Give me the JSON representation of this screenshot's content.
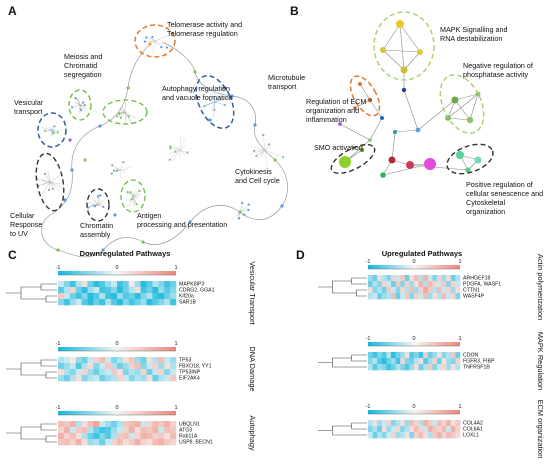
{
  "panels": {
    "a": {
      "letter": "A"
    },
    "b": {
      "letter": "B"
    },
    "c": {
      "letter": "C"
    },
    "d": {
      "letter": "D"
    }
  },
  "panel_a": {
    "labels": {
      "telomerase_1": "Telomerase activity and",
      "telomerase_2": "Telomerase regulation",
      "meiosis_1": "Meiosis and",
      "meiosis_2": "Chromatid",
      "meiosis_3": "segregation",
      "autophagy_1": "Autophagy regulation",
      "autophagy_2": "and vacuole formation",
      "microtubule_1": "Microtubule",
      "microtubule_2": "transport",
      "vesicular_1": "Vesicular",
      "vesicular_2": "transport",
      "cytokinesis_1": "Cytokinesis",
      "cytokinesis_2": "and Cell cycle",
      "uv_1": "Cellular",
      "uv_2": "Response",
      "uv_3": "to UV",
      "chromatin_1": "Chromatin",
      "chromatin_2": "assembly",
      "antigen_1": "Antigen",
      "antigen_2": "processing and presentation"
    }
  },
  "panel_b": {
    "labels": {
      "mapk_1": "MAPK Signalling and",
      "mapk_2": "RNA destabilization",
      "phosphatase_1": "Negative regulation of",
      "phosphatase_2": "phosphatase activity",
      "ecm_1": "Regulation of ECM",
      "ecm_2": "organization and",
      "ecm_3": "inflammation",
      "smo": "SMO activation",
      "senescence_1": "Positive regulation of",
      "senescence_2": "cellular senescence and",
      "senescence_3": "Cytoskeletal",
      "senescence_4": "organization"
    }
  },
  "panel_c": {
    "title": "Downregulated Pathways",
    "colors": {
      "low": "#12b8de",
      "mid": "#f4f4f4",
      "high": "#ef8576"
    },
    "heatmaps": [
      {
        "side_label": "Vesicular Transport",
        "scale": {
          "min": "-1",
          "mid": "0",
          "max": "1"
        },
        "genes": [
          "MAPK8IP3",
          "CDRG2, GGA1",
          "Kif20a",
          "SAR1B"
        ],
        "values": [
          [
            -0.2,
            -0.5,
            -0.8,
            -0.3,
            0.2,
            -0.6,
            -0.9,
            -0.7,
            -0.4,
            -0.2,
            -0.8,
            -0.6,
            0.1,
            -0.4,
            -0.9,
            -0.7,
            -0.3,
            -0.5,
            -0.8,
            -0.6
          ],
          [
            -0.7,
            -0.3,
            0.3,
            -0.6,
            -0.9,
            -0.4,
            -0.2,
            -0.8,
            -0.7,
            -0.5,
            -0.9,
            -0.6,
            -0.3,
            0.2,
            -0.8,
            -0.6,
            -0.9,
            -0.4,
            -0.7,
            -0.5
          ],
          [
            0.4,
            -0.2,
            -0.6,
            -0.8,
            -0.5,
            -0.9,
            -0.7,
            -0.3,
            -0.8,
            -0.9,
            -0.4,
            -0.7,
            -0.6,
            -0.9,
            -0.5,
            -0.3,
            -0.8,
            -0.9,
            -0.6,
            -0.4
          ],
          [
            -0.5,
            -0.8,
            -0.4,
            -0.2,
            -0.7,
            -0.9,
            -0.6,
            -0.8,
            -0.3,
            -0.7,
            -0.9,
            -0.5,
            -0.8,
            -0.6,
            -0.4,
            -0.9,
            -0.7,
            -0.5,
            -0.3,
            -0.8
          ]
        ]
      },
      {
        "side_label": "DNA Damage",
        "scale": {
          "min": "-1",
          "mid": "0",
          "max": "1"
        },
        "genes": [
          "TP53",
          "FBXO18, YY1",
          "TP53INP",
          "EIF2AK4"
        ],
        "values": [
          [
            -0.3,
            -0.2,
            0.1,
            -0.4,
            -0.6,
            -0.2,
            0.3,
            0.5,
            -0.2,
            -0.5,
            -0.3,
            0.2,
            0.4,
            -0.4,
            -0.6,
            0.2,
            -0.3,
            0.5,
            -0.2,
            -0.4
          ],
          [
            -0.6,
            -0.4,
            -0.2,
            -0.7,
            -0.3,
            0.2,
            -0.5,
            -0.2,
            0.4,
            -0.3,
            -0.6,
            -0.4,
            0.3,
            0.5,
            -0.5,
            -0.2,
            0.3,
            -0.4,
            0.2,
            -0.3
          ],
          [
            0.2,
            -0.3,
            -0.5,
            -0.2,
            0.3,
            -0.4,
            -0.6,
            -0.3,
            -0.2,
            0.4,
            0.2,
            -0.5,
            -0.3,
            -0.4,
            0.3,
            -0.6,
            -0.2,
            0.3,
            -0.5,
            -0.2
          ],
          [
            -0.4,
            -0.6,
            -0.3,
            0.2,
            -0.5,
            -0.3,
            -0.2,
            -0.6,
            -0.4,
            -0.3,
            0.3,
            -0.2,
            -0.5,
            -0.3,
            -0.4,
            0.2,
            -0.6,
            -0.3,
            -0.2,
            0.4
          ]
        ]
      },
      {
        "side_label": "Autophagy",
        "scale": {
          "min": "-1",
          "mid": "0",
          "max": "1"
        },
        "genes": [
          "UBQLN1",
          "ATG3",
          "Rab11A",
          "USP8, BECN1"
        ],
        "values": [
          [
            0.5,
            0.4,
            0.6,
            -0.3,
            0.2,
            0.5,
            0.7,
            -0.2,
            -0.4,
            -0.6,
            -0.3,
            0.4,
            0.5,
            0.6,
            -0.2,
            0.3,
            0.5,
            0.4,
            0.6,
            0.3
          ],
          [
            0.3,
            0.6,
            -0.2,
            0.4,
            0.5,
            -0.3,
            -0.6,
            -0.8,
            -0.7,
            -0.4,
            -0.2,
            0.3,
            0.6,
            0.2,
            0.5,
            0.4,
            0.6,
            -0.2,
            0.5,
            0.4
          ],
          [
            0.6,
            0.3,
            0.5,
            0.2,
            -0.3,
            -0.6,
            -0.8,
            -0.5,
            -0.7,
            -0.3,
            0.4,
            0.5,
            -0.2,
            0.3,
            0.6,
            0.5,
            0.3,
            0.4,
            0.2,
            0.5
          ],
          [
            0.4,
            0.5,
            0.3,
            0.6,
            0.2,
            -0.4,
            -0.3,
            -0.6,
            -0.2,
            0.3,
            0.5,
            0.2,
            0.4,
            0.6,
            0.3,
            0.2,
            0.5,
            0.6,
            0.4,
            0.3
          ]
        ]
      }
    ]
  },
  "panel_d": {
    "title": "Upregulated Pathways",
    "heatmaps": [
      {
        "side_label": "Actin polymerization",
        "scale": {
          "min": "-1",
          "mid": "0",
          "max": "1"
        },
        "genes": [
          "ARHGEF18",
          "PDGFA, WASF1",
          "CTTN1",
          "WASF4P"
        ],
        "values": [
          [
            -0.4,
            -0.6,
            0.2,
            -0.3,
            -0.5,
            0.3,
            -0.2,
            0.4,
            -0.6,
            0.2,
            0.5,
            -0.3,
            0.6,
            -0.2,
            -0.5,
            0.3,
            -0.4,
            0.2,
            -0.6,
            -0.3
          ],
          [
            -0.6,
            -0.3,
            -0.5,
            0.3,
            -0.2,
            -0.6,
            0.4,
            -0.5,
            0.3,
            -0.4,
            0.2,
            0.6,
            -0.3,
            0.5,
            0.3,
            -0.2,
            0.4,
            -0.5,
            0.3,
            -0.2
          ],
          [
            0.2,
            -0.5,
            -0.3,
            -0.6,
            0.4,
            -0.2,
            -0.5,
            0.3,
            -0.3,
            0.5,
            -0.4,
            0.3,
            0.7,
            0.4,
            -0.3,
            0.5,
            -0.2,
            0.3,
            -0.4,
            0.2
          ],
          [
            -0.3,
            -0.2,
            -0.6,
            -0.4,
            -0.3,
            0.5,
            -0.6,
            -0.2,
            0.4,
            -0.5,
            0.3,
            -0.2,
            0.5,
            -0.4,
            0.2,
            -0.3,
            0.5,
            -0.2,
            0.3,
            -0.5
          ]
        ]
      },
      {
        "side_label": "MAPK Regulation",
        "scale": {
          "min": "-1",
          "mid": "0",
          "max": "1"
        },
        "genes": [
          "CDON",
          "FGFR3, FIBP",
          "TNFRSF1B"
        ],
        "values": [
          [
            -0.6,
            -0.8,
            -0.5,
            -0.7,
            -0.3,
            -0.9,
            -0.6,
            -0.4,
            0.2,
            -0.7,
            -0.5,
            -0.8,
            0.3,
            -0.6,
            -0.4,
            0.2,
            -0.5,
            -0.3,
            0.4,
            -0.6
          ],
          [
            -0.5,
            -0.3,
            -0.7,
            -0.9,
            -0.6,
            -0.4,
            -0.8,
            0.3,
            -0.5,
            -0.6,
            -0.3,
            0.2,
            -0.7,
            -0.4,
            0.3,
            -0.6,
            0.2,
            -0.4,
            -0.5,
            0.3
          ],
          [
            -0.3,
            -0.7,
            -0.4,
            -0.5,
            -0.8,
            -0.6,
            -0.3,
            -0.5,
            -0.7,
            -0.4,
            0.2,
            -0.6,
            -0.3,
            0.4,
            -0.5,
            -0.2,
            0.3,
            -0.4,
            0.2,
            -0.3
          ]
        ]
      },
      {
        "side_label": "ECM organization",
        "scale": {
          "min": "-1",
          "mid": "0",
          "max": "1"
        },
        "genes": [
          "COL4A2",
          "COL6A1",
          "LOXL1"
        ],
        "values": [
          [
            -0.3,
            0.2,
            -0.4,
            -0.2,
            0.3,
            -0.5,
            -0.3,
            0.2,
            -0.4,
            0.5,
            0.3,
            -0.3,
            0.6,
            0.4,
            -0.2,
            0.5,
            0.3,
            0.6,
            0.2,
            0.4
          ],
          [
            -0.5,
            -0.3,
            -0.6,
            0.2,
            -0.4,
            -0.2,
            0.3,
            -0.5,
            -0.3,
            0.2,
            0.5,
            0.3,
            -0.2,
            0.6,
            0.4,
            0.3,
            0.5,
            -0.2,
            0.6,
            0.3
          ],
          [
            -0.2,
            -0.6,
            -0.3,
            -0.5,
            -0.2,
            0.3,
            -0.4,
            -0.3,
            0.2,
            -0.5,
            0.3,
            0.5,
            0.2,
            -0.3,
            0.4,
            0.6,
            0.3,
            0.5,
            0.4,
            0.2
          ]
        ]
      }
    ]
  }
}
